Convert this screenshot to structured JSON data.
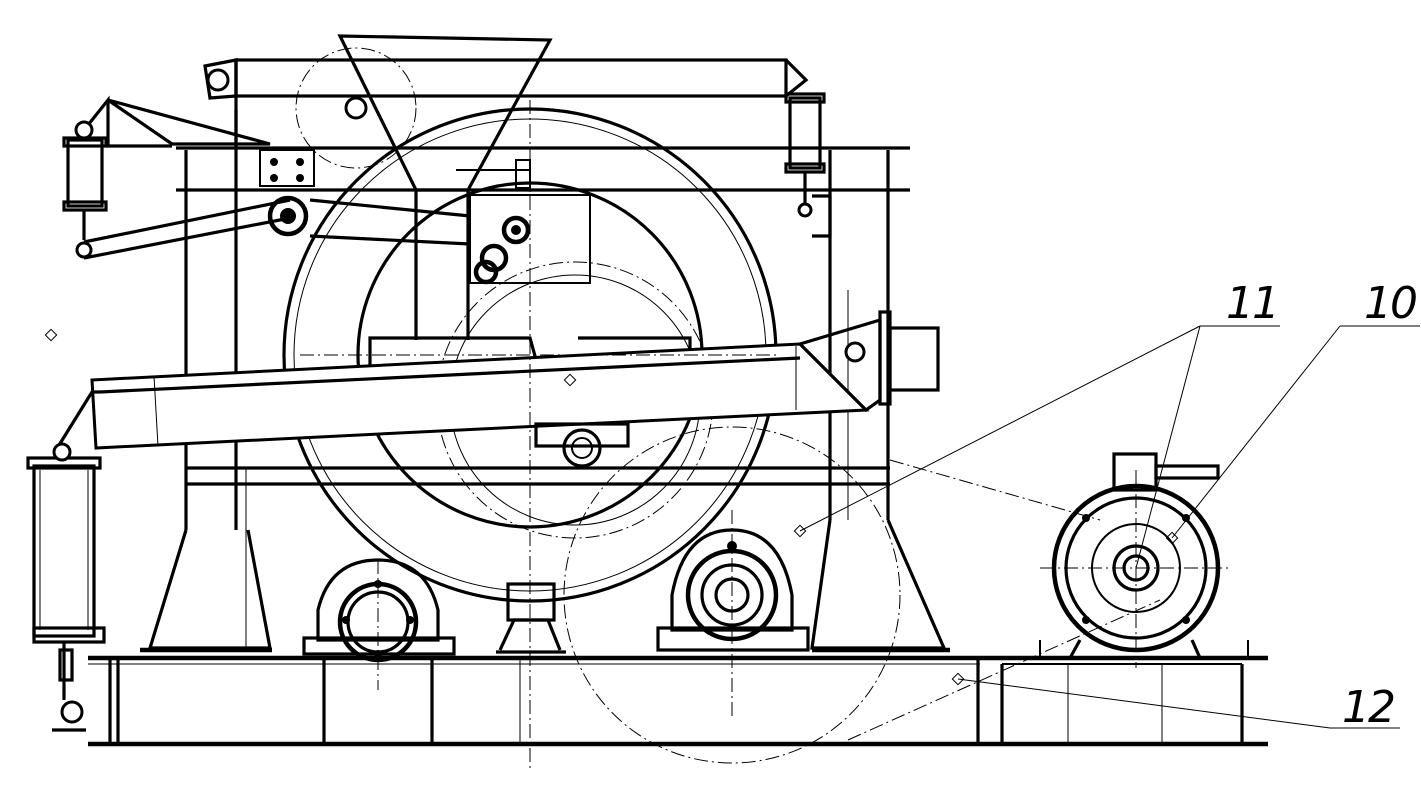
{
  "callouts": [
    {
      "id": "callout-10",
      "text": "10"
    },
    {
      "id": "callout-11",
      "text": "11"
    },
    {
      "id": "callout-12",
      "text": "12"
    }
  ]
}
